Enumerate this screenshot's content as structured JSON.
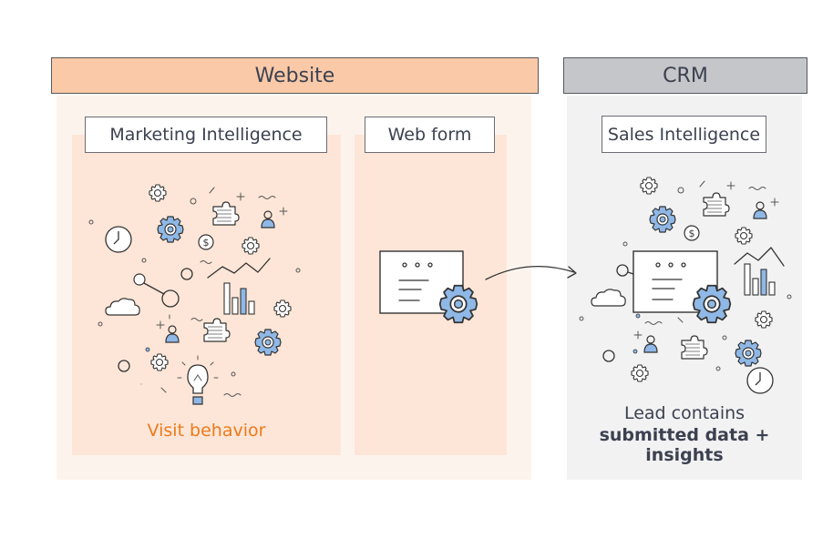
{
  "headers": {
    "website": "Website",
    "crm": "CRM"
  },
  "labels": {
    "marketing_intelligence": "Marketing Intelligence",
    "web_form": "Web form",
    "sales_intelligence": "Sales Intelligence"
  },
  "texts": {
    "visit_behavior": "Visit behavior",
    "lead_line1": "Lead contains",
    "lead_line2": "submitted data + insights"
  },
  "colors": {
    "website_header": "#f9c9a8",
    "website_panel": "#fdf3ed",
    "subpanel": "#fde6d7",
    "crm_header": "#c4c6c9",
    "crm_panel": "#f2f2f3",
    "accent_orange": "#ec7a1c",
    "gear_blue": "#8fb8e6"
  },
  "icons": [
    "gear-icon",
    "dollar-icon",
    "person-icon",
    "puzzle-icon",
    "clock-icon",
    "cloud-icon",
    "bar-chart-icon",
    "lightbulb-icon",
    "web-form-icon",
    "arrow-icon"
  ]
}
